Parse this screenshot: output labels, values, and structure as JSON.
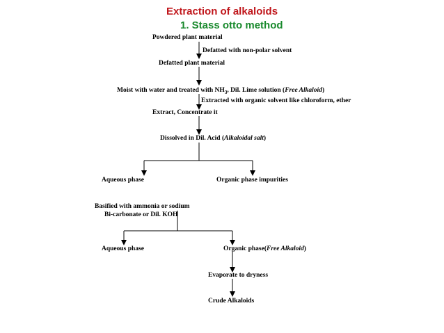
{
  "title": "Extraction of alkaloids",
  "subtitle": "1. Stass otto method",
  "colors": {
    "title": "#c0161b",
    "subtitle": "#1a8a2e"
  },
  "steps": {
    "powdered": "Powdered plant material",
    "defatted_with": "Defatted with non-polar solvent",
    "defatted_material": "Defatted plant material",
    "moist_main": "Moist with water and treated with NH",
    "moist_sub": "3",
    "moist_rest": ", Dil. Lime solution (",
    "moist_italic": "Free Alkaloid",
    "moist_close": ")",
    "extracted_with": "Extracted with organic solvent like chloroform, ether",
    "extract": "Extract,  Concentrate it",
    "dissolved_main": "Dissolved in Dil. Acid (",
    "dissolved_italic": "Alkaloidal salt",
    "dissolved_close": ")",
    "aqueous_1": "Aqueous phase",
    "organic_impurities": "Organic phase impurities",
    "basified_line1": "Basified with ammonia or sodium",
    "basified_line2": "Bi-carbonate or Dil. KOH",
    "aqueous_2": "Aqueous phase",
    "organic_free_main": "Organic phase(",
    "organic_free_italic": "Free Alkaloid",
    "organic_free_close": ")",
    "evaporate": "Evaporate to dryness",
    "crude": "Crude Alkaloids"
  }
}
